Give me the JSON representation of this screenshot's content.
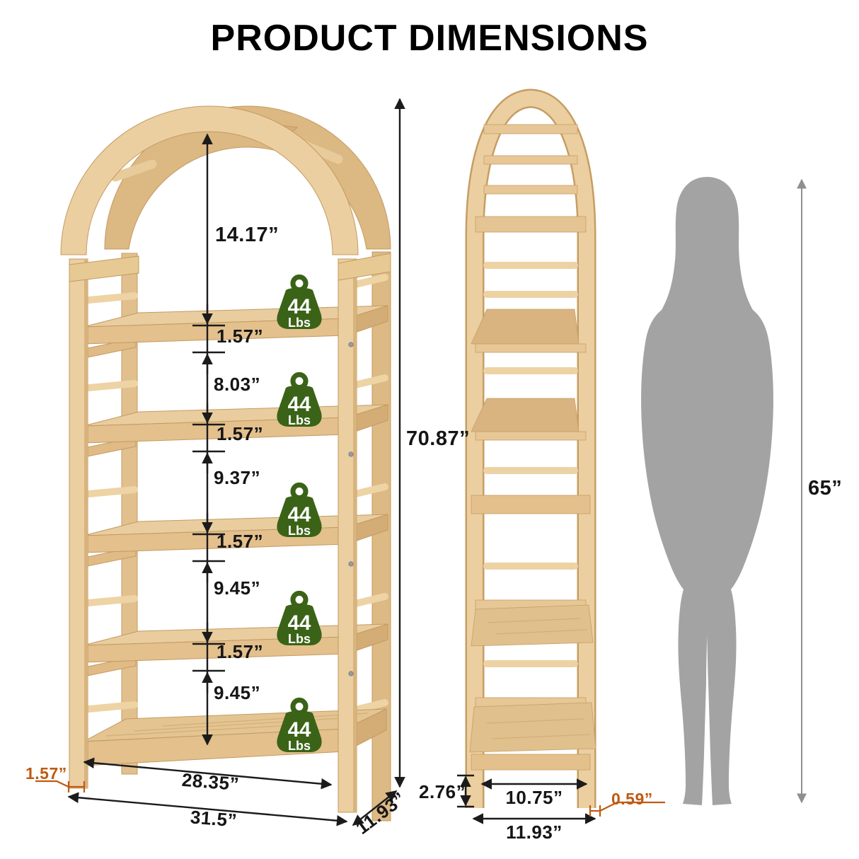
{
  "title": "PRODUCT DIMENSIONS",
  "weight_badge": {
    "value": "44",
    "unit": "Lbs"
  },
  "front_view": {
    "arch_height": "14.17”",
    "t1": "1.57”",
    "g1": "8.03”",
    "t2": "1.57”",
    "g2": "9.37”",
    "t3": "1.57”",
    "g3": "9.45”",
    "t4": "1.57”",
    "g4": "9.45”",
    "total_height": "70.87”",
    "foot_height": "1.57”",
    "inner_width": "28.35”",
    "total_width": "31.5”",
    "depth": "11.93”"
  },
  "side_view": {
    "foot_height": "2.76”",
    "inner_depth": "10.75”",
    "foot_inset": "0.59”",
    "total_depth": "11.93”"
  },
  "reference_person": {
    "height": "65”"
  },
  "colors": {
    "wood_light": "#eccfa0",
    "wood_mid": "#e3c08c",
    "wood_dark": "#d3ac76",
    "badge_green": "#3a6317",
    "accent_orange": "#bf5a12",
    "silhouette_gray": "#a3a3a3",
    "dimension_line": "#1b1b1b"
  }
}
